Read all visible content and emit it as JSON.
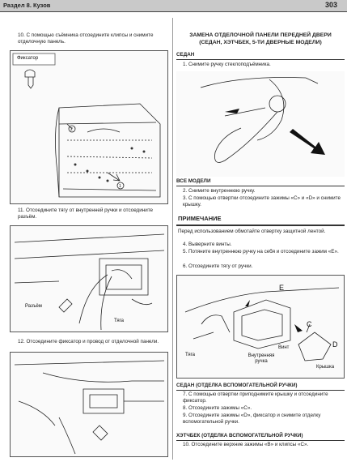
{
  "header": {
    "section": "Раздел 8. Кузов",
    "page": "303"
  },
  "left": {
    "step10": "10. С помощью съёмника отсоедините клипсы и снимите отделочную панель.",
    "fig1_label": "Фиксатор",
    "step11": "11. Отсоедините тягу от внутренней ручки и отсоедините разъём.",
    "fig2_labels": {
      "connector": "Разъём",
      "rod": "Тяга"
    },
    "step12": "12. Отсоедините фиксатор и провод от отделочной панели."
  },
  "right": {
    "title_line1": "ЗАМЕНА ОТДЕЛОЧНОЙ ПАНЕЛИ ПЕРЕДНЕЙ ДВЕРИ",
    "title_line2": "(СЕДАН, ХЭТЧБЕК, 5-ТИ ДВЕРНЫЕ МОДЕЛИ)",
    "sedan_head": "СЕДАН",
    "sedan_step1": "1. Снимите ручку стеклоподъёмника.",
    "all_head": "ВСЕ МОДЕЛИ",
    "all_step2": "2. Снимите внутреннюю ручку.",
    "all_step3": "3. С помощью отвертки отсоедините зажимы «C» и «D» и снимите крышку.",
    "note_head": "ПРИМЕЧАНИЕ",
    "note_text": "Перед использованием обмотайте отвертку защитной лентой.",
    "step4": "4. Выверните винты.",
    "step5": "5. Потяните внутреннюю ручку на себя и отсоедините зажим «E».",
    "step6": "6. Отсоедините тягу от ручки.",
    "fig4_labels": {
      "e": "E",
      "c": "C",
      "d": "D",
      "rod": "Тяга",
      "screw": "Винт",
      "inner_handle": "Внутренняя ручка",
      "cover": "Крышка"
    },
    "sedan_aux_head": "СЕДАН (ОТДЕЛКА ВСПОМОГАТЕЛЬНОЙ РУЧКИ)",
    "step7": "7. С помощью отвертки приподнимите крышку и отсоедините фиксатор.",
    "step8": "8. Отсоедините зажимы «C».",
    "step9": "9. Отсоедините зажимы «D», фиксатор и снимите отделку вспомогательной ручки.",
    "hatch_head": "ХЭТЧБЕК (ОТДЕЛКА ВСПОМОГАТЕЛЬНОЙ РУЧКИ)",
    "step10": "10. Отсоедините верхние зажимы «B» и клипсы «C»."
  }
}
